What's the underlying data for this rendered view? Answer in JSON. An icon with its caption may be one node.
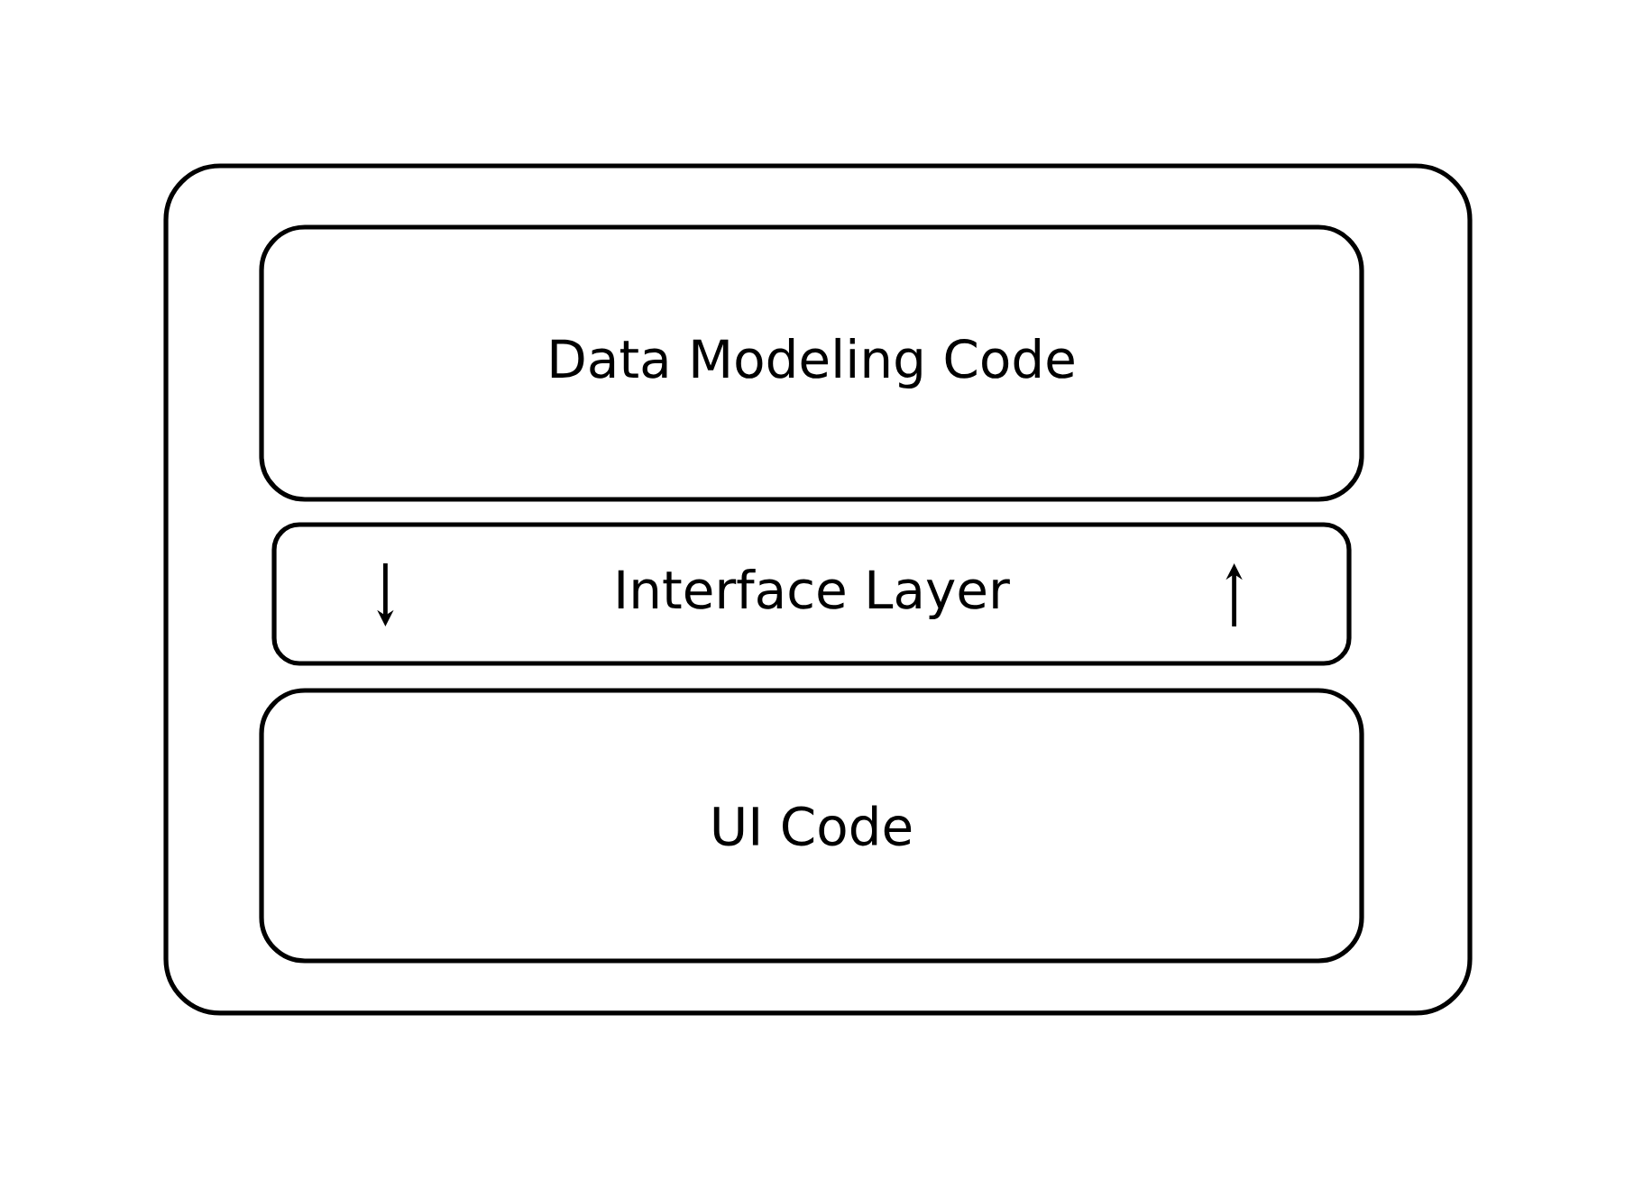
{
  "diagram": {
    "nodes": [
      {
        "text": [],
        "shape": "box"
      },
      {
        "text": [
          "Data Modeling Code"
        ],
        "in": 0
      },
      {
        "text": [
          "Interface Layer"
        ],
        "in": 0
      },
      {
        "text": [
          "UI Code"
        ],
        "in": 0
      }
    ]
  }
}
